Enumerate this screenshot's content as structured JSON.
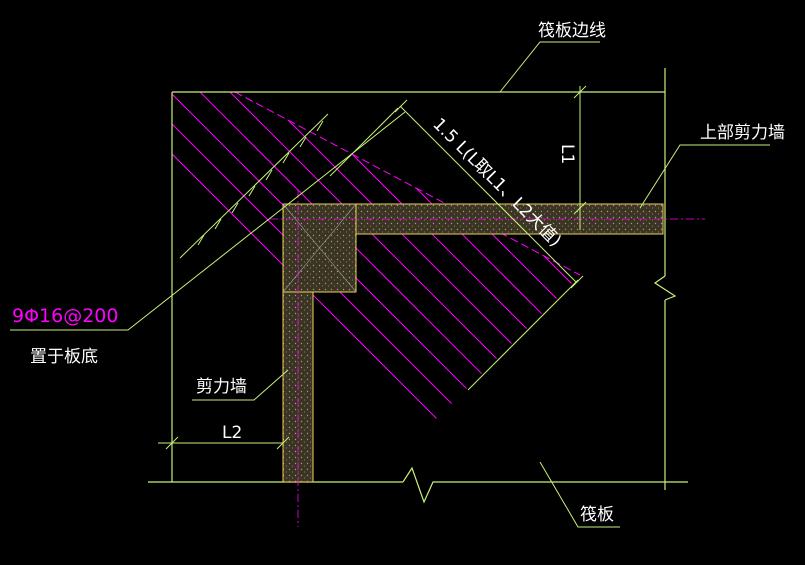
{
  "labels": {
    "raft_edge": "筏板边线",
    "upper_shear_wall": "上部剪力墙",
    "anchorage": "1.5 L(L取L1、L2大值)",
    "l1": "L1",
    "rebar": "9Φ16@200",
    "rebar_note": "置于板底",
    "shear_wall": "剪力墙",
    "l2": "L2",
    "raft": "筏板"
  },
  "colors": {
    "background": "#000000",
    "line": "#c8f07a",
    "wall_fill": "#3a3420",
    "wall_outline": "#f0d060",
    "hatch": "#ff00ff",
    "text": "#ffffff",
    "rebar_text": "#ff00ff"
  }
}
